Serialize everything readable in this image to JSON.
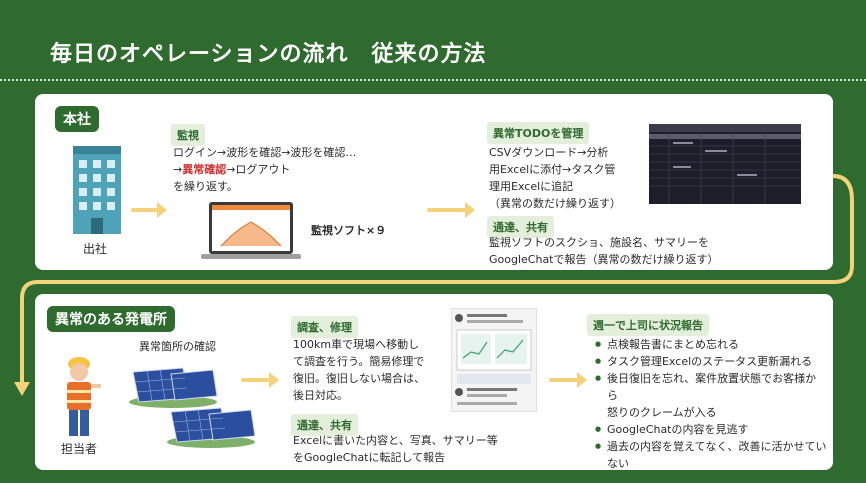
{
  "title": "毎日のオペレーションの流れ　従来の方法",
  "hq": {
    "tag": "本社",
    "building_caption": "出社",
    "monitor_label": "監視",
    "monitor_text_1": "ログイン→波形を確認→波形を確認…",
    "monitor_text_2_arrow": "→",
    "monitor_text_2_red": "異常確認",
    "monitor_text_2_rest": "→ログアウト",
    "monitor_text_3": "を繰り返す。",
    "monitor_software": "監視ソフト×９",
    "anomaly_label": "異常TODOを管理",
    "anomaly_text": [
      "CSVダウンロード→分析",
      "用Excelに添付→タスク管",
      "理用Excelに追記",
      "（異常の数だけ繰り返す）"
    ],
    "report_label": "通達、共有",
    "report_text": [
      "監視ソフトのスクショ、施設名、サマリーを",
      "GoogleChatで報告（異常の数だけ繰り返す）"
    ]
  },
  "site": {
    "tag": "異常のある発電所",
    "check_caption": "異常箇所の確認",
    "person_caption": "担当者",
    "investigate_label": "調査、修理",
    "investigate_text": [
      "100km車で現場へ移動し",
      "て調査を行う。簡易修理で",
      "復旧。復旧しない場合は、",
      "後日対応。"
    ],
    "share_label": "通達、共有",
    "share_text": [
      "Excelに書いた内容と、写真、サマリー等",
      "をGoogleChatに転記して報告"
    ],
    "weekly_label": "週一で上司に状況報告",
    "weekly_items": [
      "点検報告書にまとめ忘れる",
      "タスク管理Excelのステータス更新漏れる",
      "後日復旧を忘れ、案件放置状態でお客様から",
      "怒りのクレームが入る",
      "GoogleChatの内容を見逃す",
      "過去の内容を覚えてなく、改善に活かせてい",
      "ない"
    ]
  },
  "colors": {
    "brand_green": "#2f6a2e",
    "arrow_yellow": "#f3d27a",
    "label_bg": "#e4efdb",
    "alert_red": "#d32f2f"
  }
}
